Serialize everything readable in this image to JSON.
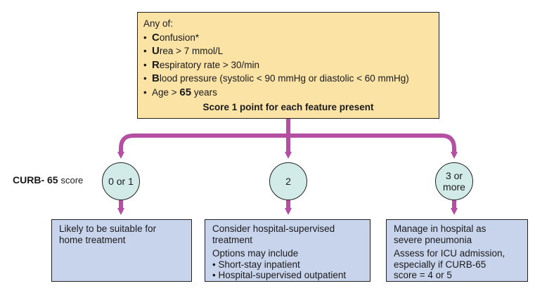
{
  "criteria": {
    "intro": "Any of:",
    "items": [
      {
        "bullet": "•",
        "letter": "C",
        "rest": "onfusion*"
      },
      {
        "bullet": "•",
        "letter": "U",
        "rest": "rea > 7 mmol/L"
      },
      {
        "bullet": "•",
        "letter": "R",
        "rest": "espiratory rate > 30/min"
      },
      {
        "bullet": "•",
        "letter": "B",
        "rest": "lood pressure (systolic < 90 mmHg or diastolic < 60 mmHg)"
      }
    ],
    "age": {
      "bullet": "•",
      "prefix": "Age > ",
      "number": "65",
      "suffix": " years"
    },
    "score_note": "Score 1 point for each feature present"
  },
  "curb_label": {
    "name": "CURB- 65",
    "word": "score"
  },
  "circles": [
    {
      "lines": [
        "0 or 1"
      ]
    },
    {
      "lines": [
        "2"
      ]
    },
    {
      "lines": [
        "3 or",
        "more"
      ]
    }
  ],
  "outcomes": [
    {
      "lines": [
        "Likely to be suitable for",
        "home treatment"
      ],
      "gap_before": []
    },
    {
      "lines": [
        "Consider hospital-supervised",
        "treatment",
        "Options may include",
        "• Short-stay inpatient",
        "• Hospital-supervised outpatient"
      ],
      "gap_before": [
        2
      ]
    },
    {
      "lines": [
        "Manage in hospital as",
        "severe pneumonia",
        "Assess for ICU admission,",
        "especially if CURB-65",
        "score = 4 or 5"
      ],
      "gap_before": [
        2
      ]
    }
  ],
  "colors": {
    "criteria_fill": "#fbe3a6",
    "circle_fill": "#d2ebe8",
    "outcome_fill": "#c8d3ec",
    "connector": "#b44fa1"
  }
}
